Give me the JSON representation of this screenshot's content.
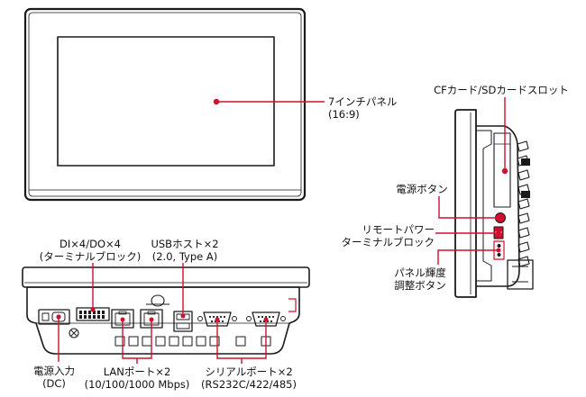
{
  "labels": {
    "panel": [
      "7インチパネル",
      "(16:9)"
    ],
    "cf_slot": [
      "CFカード/SDカードスロット"
    ],
    "power_button": [
      "電源ボタン"
    ],
    "remote_power": [
      "リモートパワー",
      "ターミナルブロック"
    ],
    "brightness": [
      "パネル輝度",
      "調整ボタン"
    ],
    "dio": [
      "DI×4/DO×4",
      "(ターミナルブロック)"
    ],
    "usb": [
      "USBホスト×2",
      "(2.0, Type A)"
    ],
    "power_input": [
      "電源入力",
      "(DC)"
    ],
    "lan": [
      "LANポート×2",
      "(10/100/1000 Mbps)"
    ],
    "serial": [
      "シリアルポート×2",
      "(RS232C/422/485)"
    ]
  },
  "colors": {
    "callout": "#d0102c",
    "outline": "#1a1a1a",
    "screen": "#ffffff",
    "bezel": "#ffffff",
    "terminal": "#d0102c"
  }
}
